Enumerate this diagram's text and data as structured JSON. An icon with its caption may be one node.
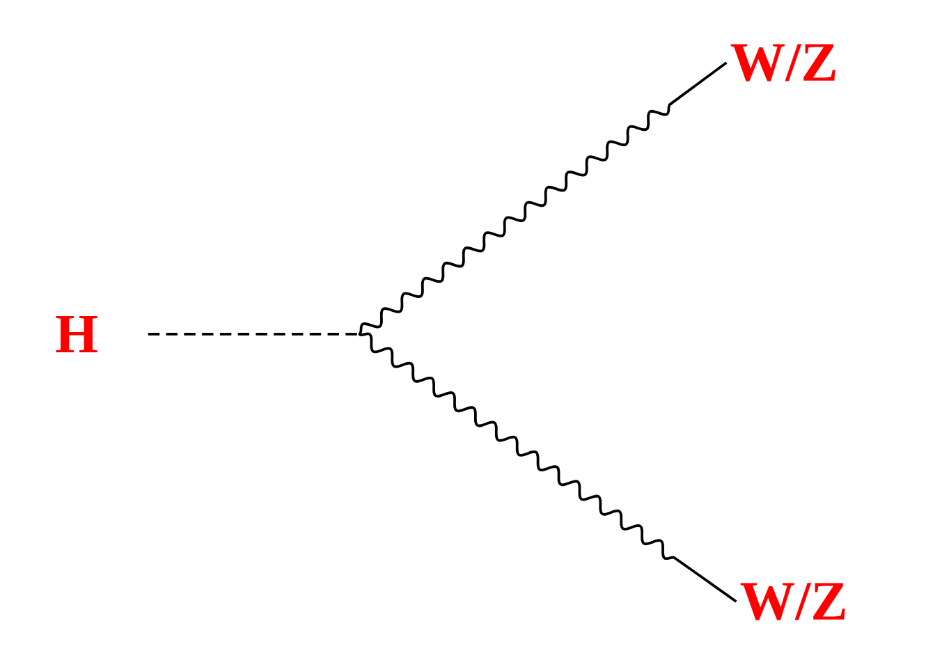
{
  "diagram": {
    "nodes": [
      {
        "text": [
          "H"
        ]
      },
      {
        "text": [],
        "shape": "point"
      },
      {
        "text": [
          "W/Z"
        ]
      },
      {
        "text": [
          "W/Z"
        ]
      }
    ],
    "edges": [
      {
        "from": 0,
        "to": 1,
        "arrow": "none",
        "style": "dashed"
      },
      {
        "from": 1,
        "to": 2,
        "arrow": "none"
      },
      {
        "from": 1,
        "to": 3,
        "arrow": "none"
      }
    ]
  }
}
